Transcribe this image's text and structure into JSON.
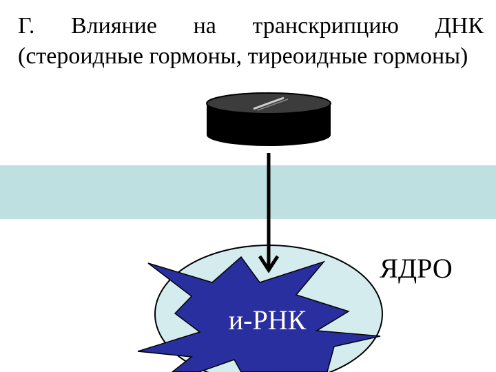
{
  "heading": "Г.  Влияние  на  транскрипцию  ДНК (стероидные  гормоны,  тиреоидные гормоны)",
  "labels": {
    "nucleus": "ЯДРО",
    "mrna": "и-РНК"
  },
  "colors": {
    "membrane": "#bfe0e0",
    "nucleus_fill": "#d4ecee",
    "star_fill": "#2a2fa0",
    "receptor_dark": "#000000",
    "receptor_top": "#3c3c3c",
    "text_white": "#ffffff"
  }
}
